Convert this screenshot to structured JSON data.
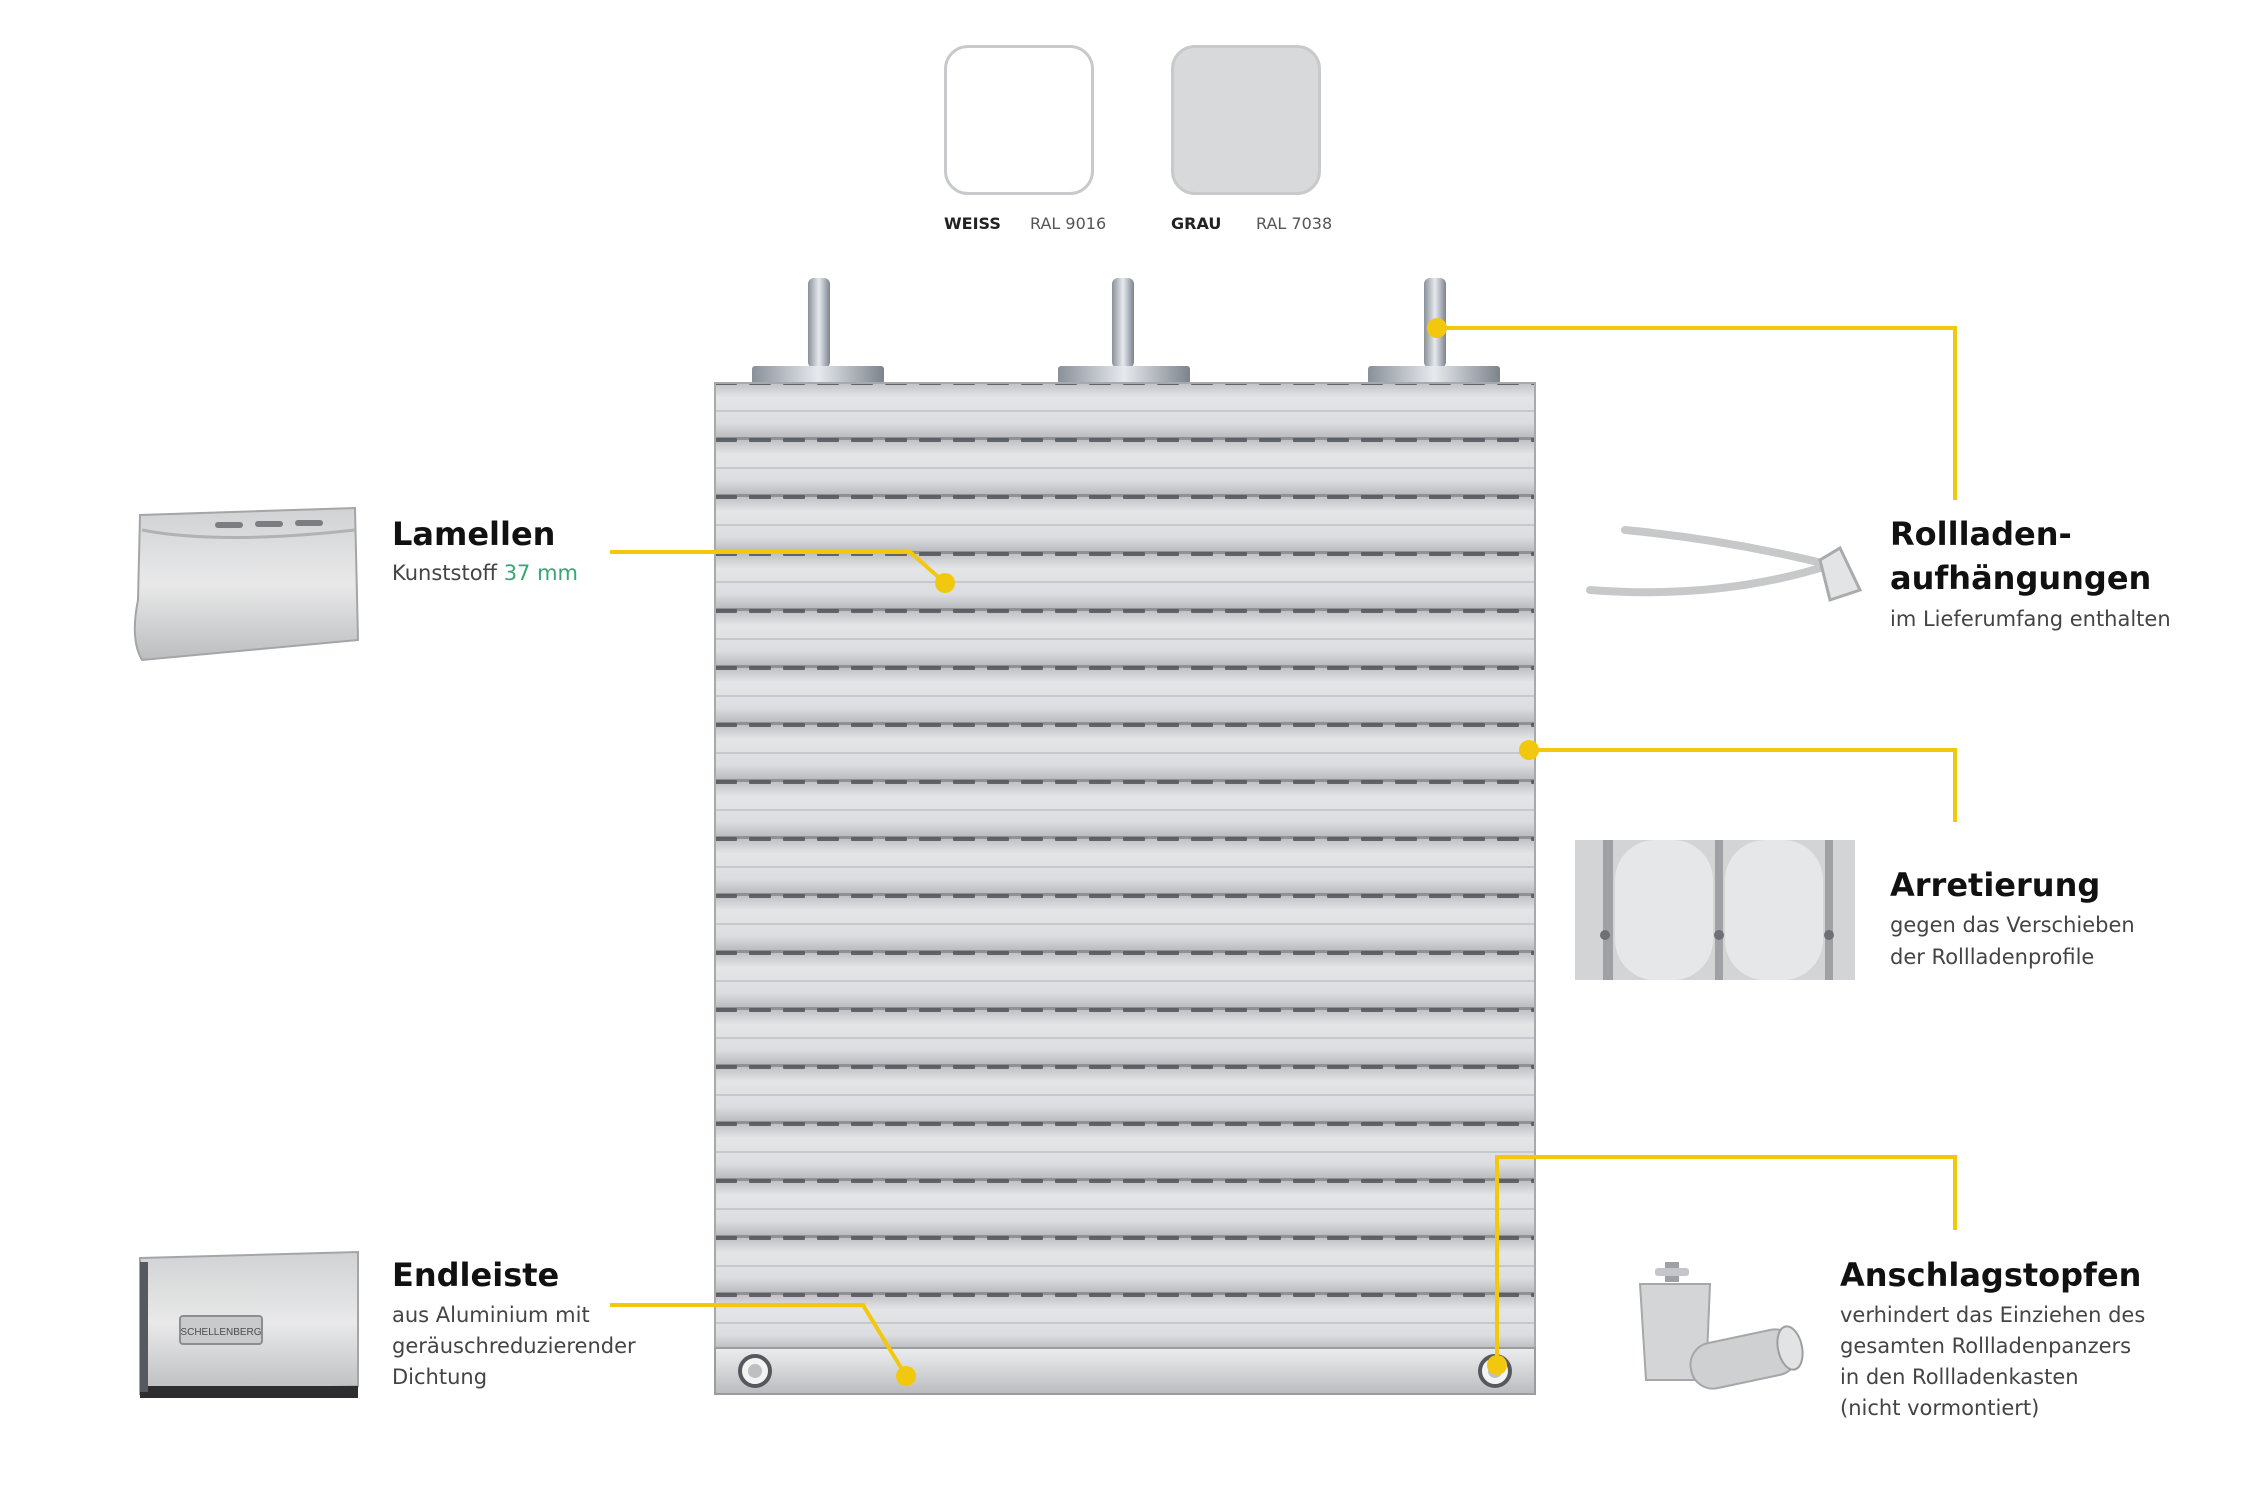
{
  "colors": {
    "accent_line": "#f2c80f",
    "slat": "#d9dadc",
    "slat_dark": "#9b9da0",
    "green_text": "#3aa573"
  },
  "swatches": [
    {
      "name": "WEISS",
      "ral": "RAL 9016",
      "color": "#ffffff"
    },
    {
      "name": "GRAU",
      "ral": "RAL 7038",
      "color": "#d8d9da"
    }
  ],
  "features": {
    "lamellen": {
      "title": "Lamellen",
      "desc_prefix": "Kunststoff ",
      "desc_accent": "37 mm"
    },
    "aufhaengung": {
      "title_line1": "Rollladen-",
      "title_line2": "aufhängungen",
      "desc": "im Lieferumfang enthalten"
    },
    "arretierung": {
      "title": "Arretierung",
      "desc_line1": "gegen das Verschieben",
      "desc_line2": "der Rollladenprofile"
    },
    "endleiste": {
      "title": "Endleiste",
      "desc_line1": "aus Aluminium mit",
      "desc_line2": "geräuschreduzierender",
      "desc_line3": "Dichtung"
    },
    "anschlag": {
      "title": "Anschlagstopfen",
      "desc_line1": "verhindert das Einziehen des",
      "desc_line2": "gesamten Rollladenpanzers",
      "desc_line3": "in den Rollladenkasten",
      "desc_line4": "(nicht vormontiert)"
    }
  },
  "brand_mark": "SCHELLENBERG",
  "icons": [
    "lamella-profile-icon",
    "hanger-strap-icon",
    "locking-detail-icon",
    "end-bar-profile-icon",
    "stopper-plug-icon"
  ]
}
